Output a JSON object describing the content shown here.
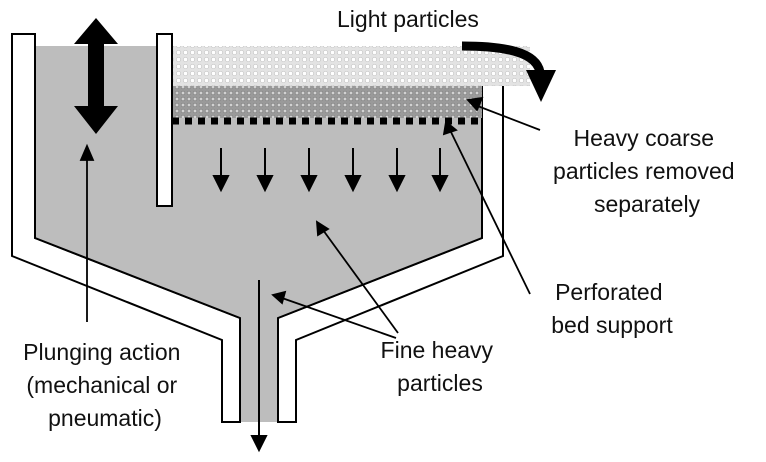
{
  "labels": {
    "light_particles": "Light particles",
    "heavy_coarse": [
      "Heavy coarse",
      "particles removed",
      "separately"
    ],
    "perforated_bed": [
      "Perforated",
      "bed support"
    ],
    "fine_heavy": [
      "Fine heavy",
      "particles"
    ],
    "plunging_action": [
      "Plunging action",
      "(mechanical or",
      "pneumatic)"
    ]
  },
  "colors": {
    "liquid": "#bdbdbd",
    "vessel_wall": "#ffffff",
    "outline": "#000000",
    "light_layer": "#e0e0e0",
    "heavy_layer": "#a6a6a6"
  },
  "icons": [
    "double-headed-arrow-icon",
    "overflow-arrow-icon",
    "down-arrow-icon"
  ]
}
